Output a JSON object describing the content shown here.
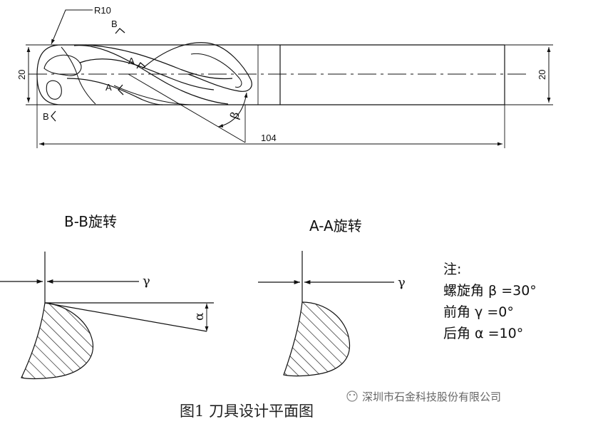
{
  "drawing": {
    "radius_label": "R10",
    "section_b_marker": "B",
    "section_a_marker": "A",
    "diameter_left": "20",
    "diameter_right": "20",
    "length_label": "104",
    "helix_symbol": "β"
  },
  "section_bb": {
    "title": "B-B旋转",
    "rake_symbol": "γ",
    "clearance_symbol": "α"
  },
  "section_aa": {
    "title": "A-A旋转",
    "rake_symbol": "γ"
  },
  "notes": {
    "heading": "注:",
    "helix": "螺旋角 β =30°",
    "rake": "前角 γ =0°",
    "clearance": "后角 α =10°"
  },
  "watermark": "深圳市石金科技股份有限公司",
  "caption": "图1 刀具设计平面图"
}
